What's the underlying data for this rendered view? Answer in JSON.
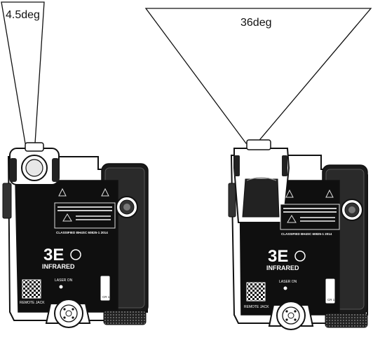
{
  "left_device": {
    "beam_label": "4.5deg",
    "logo_top": "3E",
    "logo_bottom": "INFRARED",
    "panel_bottom_text": "CLASSIFIED BH4SC 60825-1 2014",
    "laser_on_label": "LASER ON",
    "remote_jack_label": "REMOTE JACK",
    "side_tag": "CR 123"
  },
  "right_device": {
    "beam_label": "36deg",
    "logo_top": "3E",
    "logo_bottom": "INFRARED",
    "panel_bottom_text": "CLASSIFIED BH4SC 60825-1 2014",
    "laser_on_label": "LASER ON",
    "remote_jack_label": "REMOTE JACK",
    "side_tag": "CR 123"
  }
}
